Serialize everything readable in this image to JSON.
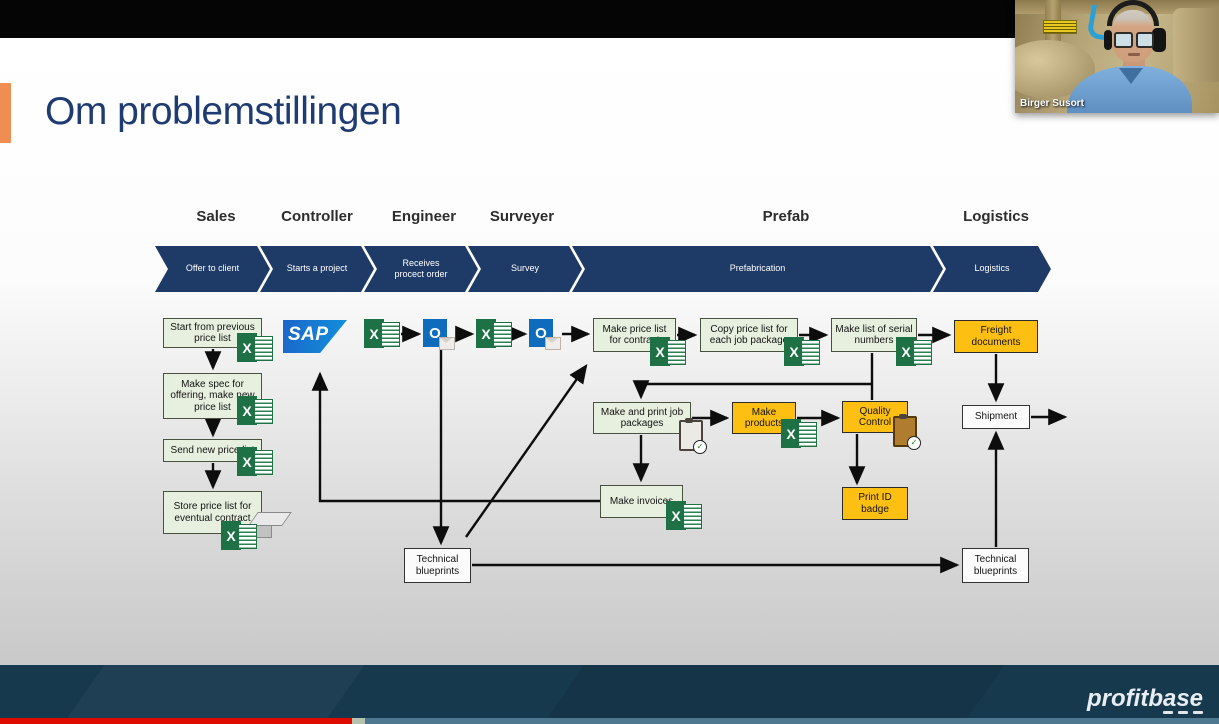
{
  "slide": {
    "title": "Om problemstillingen"
  },
  "process": {
    "roles": [
      {
        "label": "Sales"
      },
      {
        "label": "Controller"
      },
      {
        "label": "Engineer"
      },
      {
        "label": "Surveyer"
      },
      {
        "label": "Prefab"
      },
      {
        "label": "Logistics"
      }
    ],
    "phases": [
      {
        "label": "Offer to client"
      },
      {
        "label": "Starts a project"
      },
      {
        "label": "Receives procect order"
      },
      {
        "label": "Survey"
      },
      {
        "label": "Prefabrication"
      },
      {
        "label": "Logistics"
      }
    ]
  },
  "diagram": {
    "sales_steps": [
      {
        "label": "Start from previous price list"
      },
      {
        "label": "Make spec for offering, make new price list"
      },
      {
        "label": "Send new price list"
      },
      {
        "label": "Store price list for eventual contract"
      }
    ],
    "sap_logo": "SAP",
    "boxes": {
      "make_price_list": "Make price list for contract",
      "copy_price_list": "Copy price list for each job package",
      "serial_numbers": "Make list of serial numbers",
      "freight_documents": "Freight documents",
      "job_packages": "Make and print job packages",
      "make_products": "Make products",
      "quality_control": "Quality Control",
      "make_invoices": "Make invoices",
      "print_id_badge": "Print ID badge",
      "shipment": "Shipment",
      "technical_blueprints_left": "Technical blueprints",
      "technical_blueprints_right": "Technical blueprints"
    }
  },
  "webcam": {
    "name_label": "Birger Susort"
  },
  "footer": {
    "logo_text": "profitbase"
  },
  "video_player": {
    "progress_percent": 29
  },
  "colors": {
    "accent_orange": "#EF8E53",
    "title_blue": "#1F3C72",
    "chevron_navy": "#1E3A66",
    "box_green": "#E7EFDF",
    "box_orange": "#FCBF12",
    "excel_green": "#1E7145",
    "outlook_blue": "#0F6CBD",
    "footer_teal": "#17394E",
    "progress_red": "#DE0B00"
  }
}
